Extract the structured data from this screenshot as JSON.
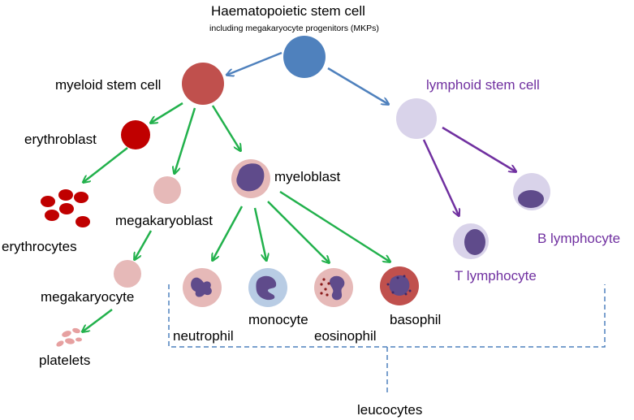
{
  "labels": {
    "title": "Haematopoietic stem cell",
    "subtitle": "including megakaryocyte progenitors (MKPs)",
    "myeloid": "myeloid stem cell",
    "lymphoid": "lymphoid stem cell",
    "erythroblast": "erythroblast",
    "erythrocytes": "erythrocytes",
    "megakaryoblast": "megakaryoblast",
    "megakaryocyte": "megakaryocyte",
    "platelets": "platelets",
    "myeloblast": "myeloblast",
    "neutrophil": "neutrophil",
    "monocyte": "monocyte",
    "eosinophil": "eosinophil",
    "basophil": "basophil",
    "t_lymphocyte": "T lymphocyte",
    "b_lymphocyte": "B lymphocyte",
    "leucocytes": "leucocytes"
  },
  "colors": {
    "stem": "#4f81bd",
    "myeloid": "#c0504d",
    "erythro": "#c00000",
    "pink": "#e6b9b8",
    "lymph": "#d9d3ea",
    "nucleus": "#5f4b8b",
    "arrow_blue": "#4f81bd",
    "arrow_green": "#22b14c",
    "arrow_purple": "#7030a0",
    "dashed": "#4f81bd"
  }
}
